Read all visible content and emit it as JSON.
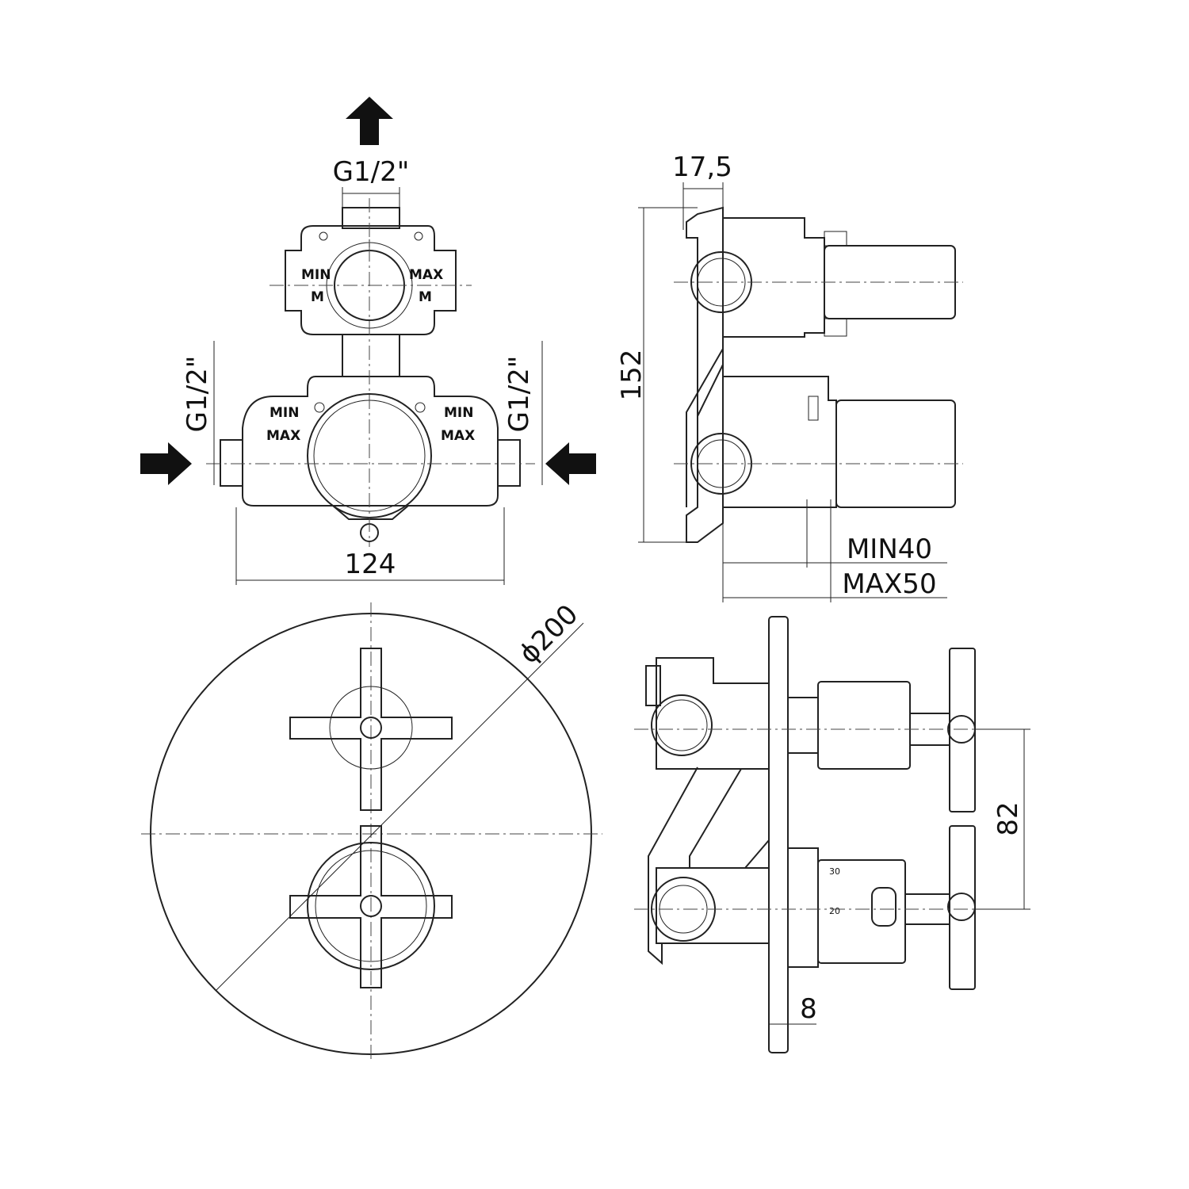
{
  "dimensions": {
    "top_inlet": "G1/2\"",
    "left_inlet": "G1/2\"",
    "right_inlet": "G1/2\"",
    "body_width": "124",
    "side_depth": "17,5",
    "side_height": "152",
    "min_depth": "MIN40",
    "max_depth": "MAX50",
    "plate_diameter": "ϕ200",
    "handle_spacing": "82",
    "plate_thickness": "8"
  },
  "markings": {
    "top_min": "MIN",
    "top_max": "MAX",
    "top_m_left": "M",
    "top_m_right": "M",
    "lower_min_left": "MIN",
    "lower_max_left": "MAX",
    "lower_min_right": "MIN",
    "lower_max_right": "MAX",
    "scale_30": "30",
    "scale_20": "20"
  }
}
